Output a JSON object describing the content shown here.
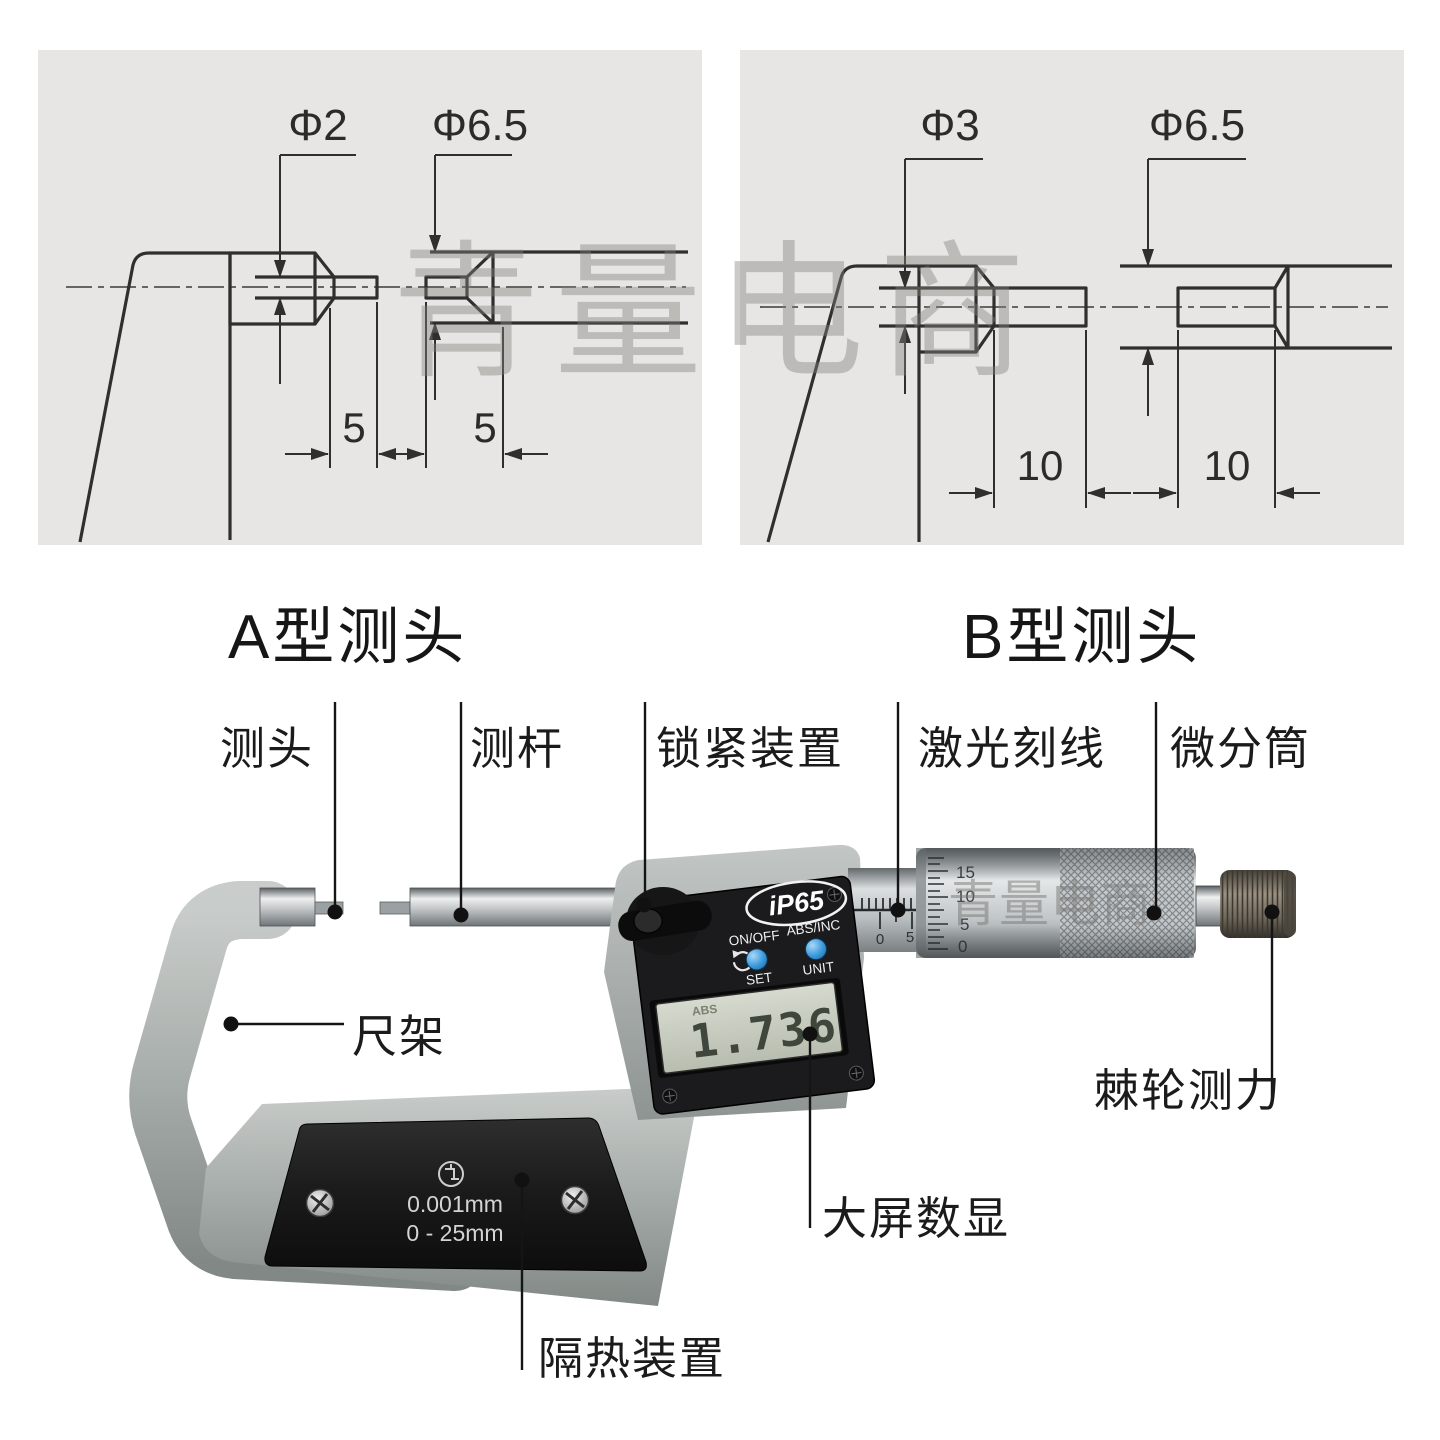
{
  "watermark": {
    "text": "青量电商"
  },
  "diagrams": {
    "a": {
      "title": "A型测头",
      "tip_diameter": "Φ2",
      "body_diameter": "Φ6.5",
      "anvil_tip_length": "5",
      "spindle_tip_length": "5"
    },
    "b": {
      "title": "B型测头",
      "tip_diameter": "Φ3",
      "body_diameter": "Φ6.5",
      "anvil_tip_length": "10",
      "spindle_tip_length": "10"
    }
  },
  "callouts": {
    "measuring_head": "测头",
    "measuring_rod": "测杆",
    "locking_device": "锁紧装置",
    "laser_lines": "激光刻线",
    "thimble": "微分筒",
    "frame": "尺架",
    "ratchet": "棘轮测力",
    "big_display": "大屏数显",
    "heat_insulation": "隔热装置"
  },
  "device": {
    "ip_rating": "iP65",
    "onoff_label": "ON/OFF",
    "set_label": "SET",
    "absinc_label": "ABS/INC",
    "unit_label": "UNIT",
    "lcd_mode": "ABS",
    "lcd_value": "1.736",
    "plate_resolution": "0.001mm",
    "plate_range": "0 - 25mm",
    "sleeve_scale": {
      "zero": "0",
      "five": "5"
    },
    "thimble_scale": {
      "n15": "15",
      "n10": "10",
      "n5": "5",
      "n0": "0"
    }
  },
  "colors": {
    "accent_button": "#2f8fd2",
    "lcd_green": "#c9cec1",
    "frame_gray": "#a9afac"
  }
}
